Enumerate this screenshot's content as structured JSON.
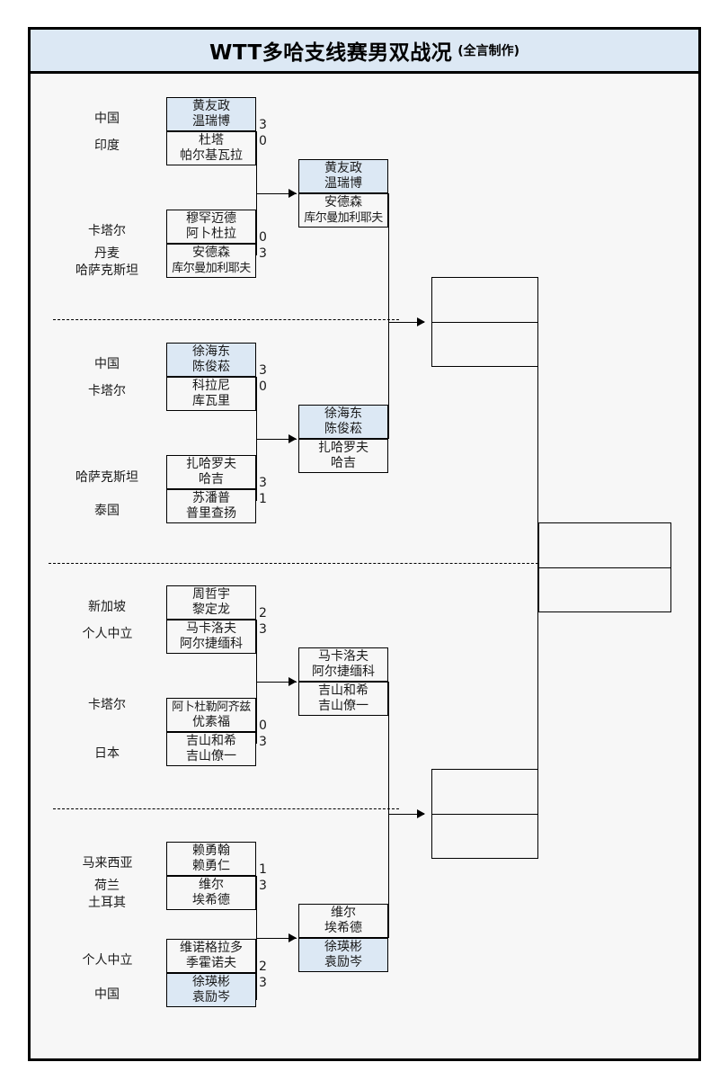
{
  "title": {
    "main": "WTT多哈支线赛男双战况",
    "sub": "(全言制作)"
  },
  "colors": {
    "highlight": "#dce8f4",
    "frame": "#000000",
    "background": "#f7f7f7"
  },
  "bracket": {
    "round1": [
      {
        "id": "r1m1",
        "teams": [
          {
            "country": "中国",
            "players": [
              "黄友政",
              "温瑞博"
            ],
            "score": "3",
            "winner": true
          },
          {
            "country": "印度",
            "players": [
              "杜塔",
              "帕尔基瓦拉"
            ],
            "score": "0",
            "winner": false
          }
        ]
      },
      {
        "id": "r1m2",
        "teams": [
          {
            "country": "卡塔尔",
            "players": [
              "穆罕迈德",
              "阿卜杜拉"
            ],
            "score": "0",
            "winner": false
          },
          {
            "country": "丹麦\n哈萨克斯坦",
            "players": [
              "安德森",
              "库尔曼加利耶夫"
            ],
            "score": "3",
            "winner": false
          }
        ]
      },
      {
        "id": "r1m3",
        "teams": [
          {
            "country": "中国",
            "players": [
              "徐海东",
              "陈俊菘"
            ],
            "score": "3",
            "winner": true
          },
          {
            "country": "卡塔尔",
            "players": [
              "科拉尼",
              "库瓦里"
            ],
            "score": "0",
            "winner": false
          }
        ]
      },
      {
        "id": "r1m4",
        "teams": [
          {
            "country": "哈萨克斯坦",
            "players": [
              "扎哈罗夫",
              "哈吉"
            ],
            "score": "3",
            "winner": false
          },
          {
            "country": "泰国",
            "players": [
              "苏潘普",
              "普里查扬"
            ],
            "score": "1",
            "winner": false
          }
        ]
      },
      {
        "id": "r1m5",
        "teams": [
          {
            "country": "新加坡",
            "players": [
              "周哲宇",
              "黎定龙"
            ],
            "score": "2",
            "winner": false
          },
          {
            "country": "个人中立",
            "players": [
              "马卡洛夫",
              "阿尔捷缅科"
            ],
            "score": "3",
            "winner": false
          }
        ]
      },
      {
        "id": "r1m6",
        "teams": [
          {
            "country": "卡塔尔",
            "players": [
              "阿卜杜勒阿齐兹",
              "优素福"
            ],
            "score": "0",
            "winner": false
          },
          {
            "country": "日本",
            "players": [
              "吉山和希",
              "吉山僚一"
            ],
            "score": "3",
            "winner": false
          }
        ]
      },
      {
        "id": "r1m7",
        "teams": [
          {
            "country": "马来西亚",
            "players": [
              "赖勇翰",
              "赖勇仁"
            ],
            "score": "1",
            "winner": false
          },
          {
            "country": "荷兰\n土耳其",
            "players": [
              "维尔",
              "埃希德"
            ],
            "score": "3",
            "winner": false
          }
        ]
      },
      {
        "id": "r1m8",
        "teams": [
          {
            "country": "个人中立",
            "players": [
              "维诺格拉多",
              "季霍诺夫"
            ],
            "score": "2",
            "winner": false
          },
          {
            "country": "中国",
            "players": [
              "徐瑛彬",
              "袁励岑"
            ],
            "score": "3",
            "winner": true
          }
        ]
      }
    ],
    "round2": [
      {
        "id": "r2m1",
        "teams": [
          {
            "players": [
              "黄友政",
              "温瑞博"
            ],
            "winner": true
          },
          {
            "players": [
              "安德森",
              "库尔曼加利耶夫"
            ],
            "winner": false
          }
        ]
      },
      {
        "id": "r2m2",
        "teams": [
          {
            "players": [
              "徐海东",
              "陈俊菘"
            ],
            "winner": true
          },
          {
            "players": [
              "扎哈罗夫",
              "哈吉"
            ],
            "winner": false
          }
        ]
      },
      {
        "id": "r2m3",
        "teams": [
          {
            "players": [
              "马卡洛夫",
              "阿尔捷缅科"
            ],
            "winner": false
          },
          {
            "players": [
              "吉山和希",
              "吉山僚一"
            ],
            "winner": false
          }
        ]
      },
      {
        "id": "r2m4",
        "teams": [
          {
            "players": [
              "维尔",
              "埃希德"
            ],
            "winner": false
          },
          {
            "players": [
              "徐瑛彬",
              "袁励岑"
            ],
            "winner": true
          }
        ]
      }
    ],
    "semifinals": [
      {
        "id": "sf1",
        "teams": [
          {
            "players": []
          },
          {
            "players": []
          }
        ]
      },
      {
        "id": "sf2",
        "teams": [
          {
            "players": []
          },
          {
            "players": []
          }
        ]
      }
    ],
    "final": {
      "id": "f1",
      "teams": [
        {
          "players": []
        },
        {
          "players": []
        }
      ]
    }
  }
}
